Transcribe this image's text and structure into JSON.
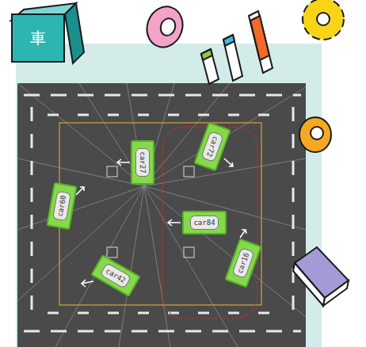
{
  "diagram": {
    "nodes": [
      {
        "text": [
          "車"
        ]
      },
      {
        "text": [
          "car27"
        ]
      },
      {
        "text": [
          "car72"
        ]
      },
      {
        "text": [
          "car60"
        ]
      },
      {
        "text": [
          "car84"
        ]
      },
      {
        "text": [
          "car16"
        ]
      },
      {
        "text": [
          "car42"
        ]
      }
    ]
  }
}
